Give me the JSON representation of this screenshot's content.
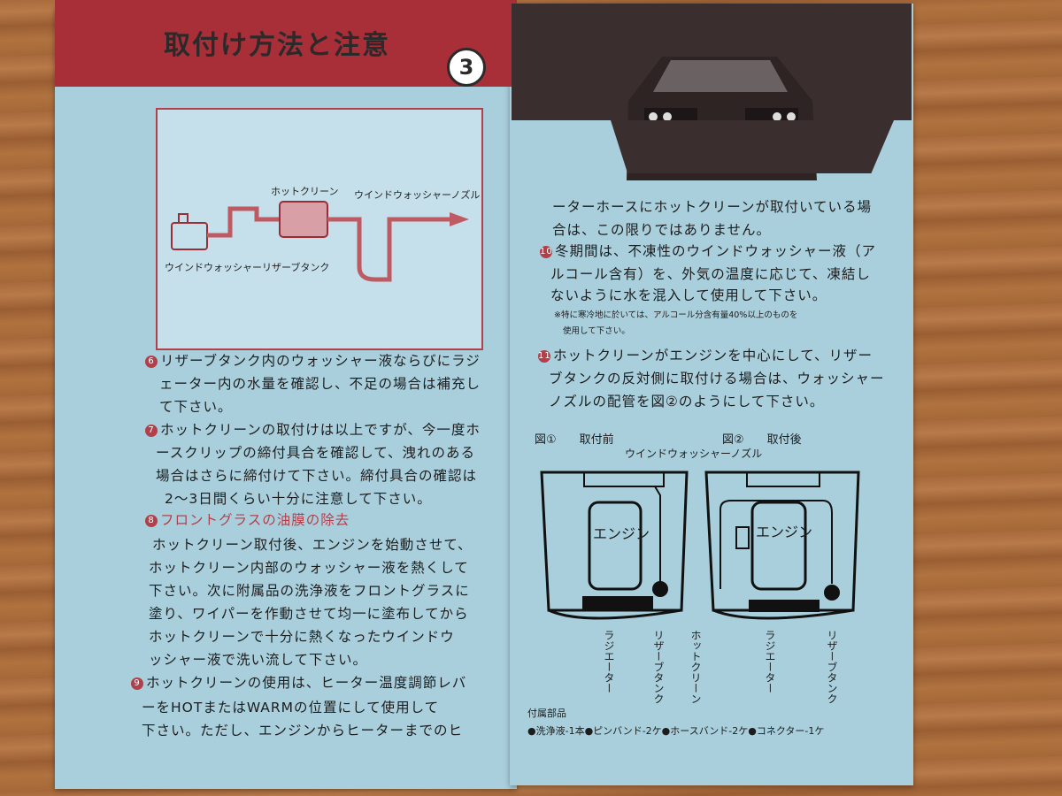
{
  "left_page": {
    "title": "取付け方法と注意",
    "title_number": "3",
    "figure": {
      "label_hotclean": "ホットクリーン",
      "label_nozzle": "ウインドウォッシャーノズル",
      "label_tank": "ウインドウォッシャーリザーブタンク"
    },
    "items": [
      {
        "num": "6",
        "lines": [
          "リザーブタンク内のウォッシャー液ならびにラジ",
          "ェーター内の水量を確認し、不足の場合は補充し",
          "て下さい。"
        ]
      },
      {
        "num": "7",
        "lines": [
          "ホットクリーンの取付けは以上ですが、今一度ホ",
          "ースクリップの締付具合を確認して、洩れのある",
          "場合はさらに締付けて下さい。締付具合の確認は",
          "2～3日間くらい十分に注意して下さい。"
        ]
      },
      {
        "num": "8",
        "heading": "フロントグラスの油膜の除去",
        "lines": [
          "ホットクリーン取付後、エンジンを始動させて、",
          "ホットクリーン内部のウォッシャー液を熱くして",
          "下さい。次に附属品の洗浄液をフロントグラスに",
          "塗り、ワイパーを作動させて均一に塗布してから",
          "ホットクリーンで十分に熱くなったウインドウ",
          "ッシャー液で洗い流して下さい。"
        ]
      },
      {
        "num": "9",
        "lines": [
          "ホットクリーンの使用は、ヒーター温度調節レバ",
          "ーをHOTまたはWARMの位置にして使用して",
          "下さい。ただし、エンジンからヒーターまでのヒ"
        ]
      }
    ]
  },
  "right_page": {
    "continued_lines": [
      "ーターホースにホットクリーンが取付いている場",
      "合は、この限りではありません。"
    ],
    "items": [
      {
        "num": "10",
        "lines": [
          "冬期間は、不凍性のウインドウォッシャー液（ア",
          "ルコール含有）を、外気の温度に応じて、凍結し",
          "ないように水を混入して使用して下さい。"
        ]
      },
      {
        "num": "11",
        "lines": [
          "ホットクリーンがエンジンを中心にして、リザー",
          "ブタンクの反対側に取付ける場合は、ウォッシャー",
          "ノズルの配管を図②のようにして下さい。"
        ]
      }
    ],
    "note_lines": [
      "※特に寒冷地に於いては、アルコール分含有量40%以上のものを",
      "使用して下さい。"
    ],
    "fig1_title": "図①　　取付前",
    "fig2_title": "図②　　取付後",
    "nozzle_label": "ウインドウォッシャーノズル",
    "engine_label": "エンジン",
    "radiator_label": "ラジエーター",
    "reserve_tank_label": "リザーブタンク",
    "hotclean_label": "ホットクリーン",
    "accessories_title": "付属部品",
    "accessories_text": "●洗浄液-1本●ピンバンド-2ケ●ホースバンド-2ケ●コネクター-1ケ"
  },
  "colors": {
    "page": "#a9cfdd",
    "red": "#a82e38",
    "dark": "#3a2e2e"
  }
}
